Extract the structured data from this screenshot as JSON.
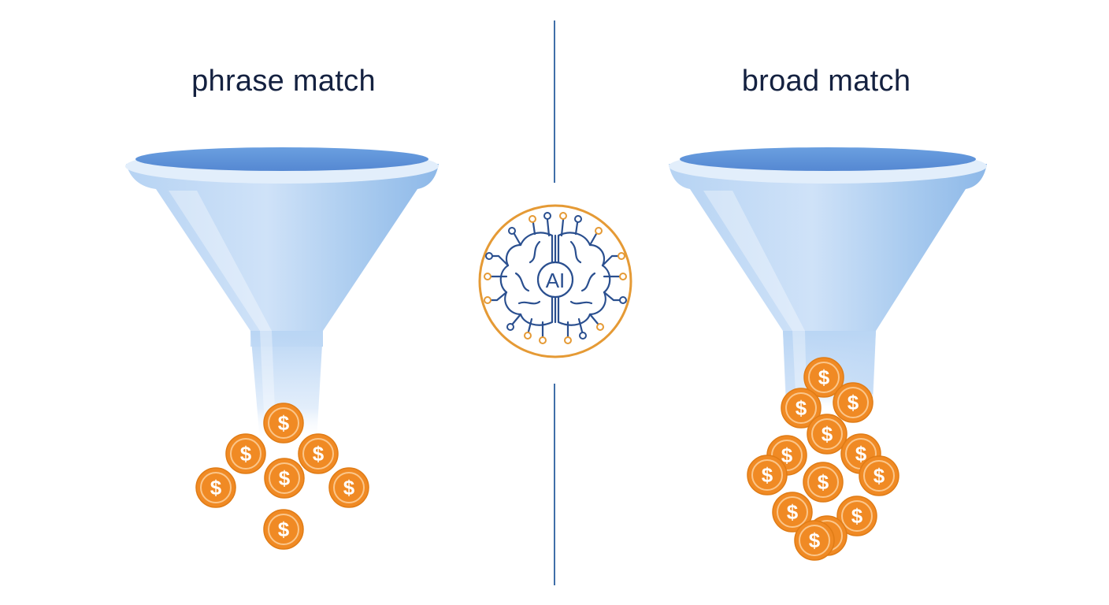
{
  "left_panel": {
    "title": "phrase match",
    "coin_count": 7
  },
  "right_panel": {
    "title": "broad match",
    "coin_count": 13
  },
  "center_badge": {
    "label": "AI",
    "icon": "ai-brain-icon"
  },
  "coin_symbol": "$",
  "colors": {
    "title": "#142140",
    "divider": "#3f6ea8",
    "funnel_light": "#c9def6",
    "funnel_mid": "#9fc3ec",
    "funnel_top": "#5f94da",
    "coin": "#f08a24",
    "coin_inner": "#f5a24a",
    "ai_ring": "#e59a35",
    "ai_lines": "#2a4f8f"
  }
}
